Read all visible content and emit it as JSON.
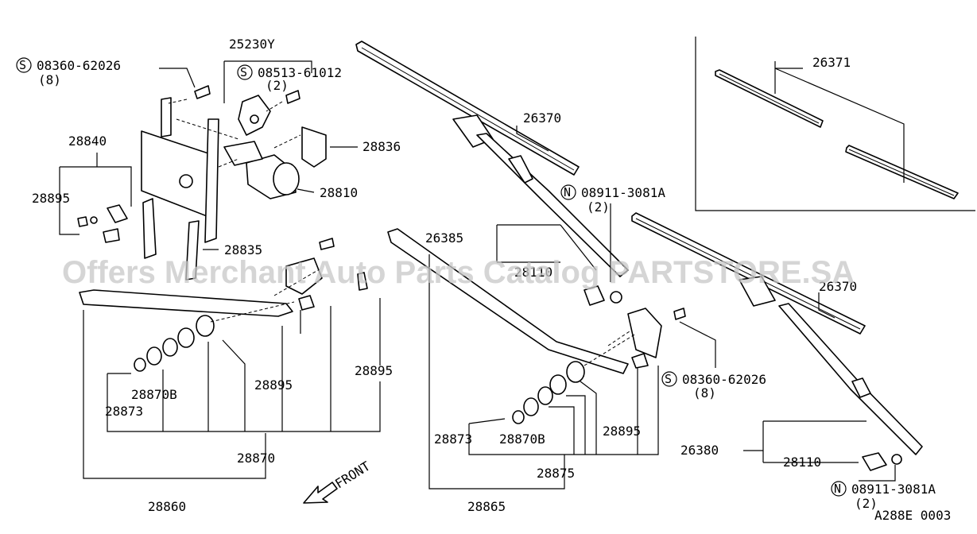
{
  "watermark": "Offers Merchant Auto Parts Catalog PARTSTORE.SA",
  "diagram_code": "A288E 0003",
  "front_label": "FRONT",
  "prefix_s": "S",
  "prefix_n": "N",
  "labels": {
    "p25230Y": "25230Y",
    "bolt_top_left": "08360-62026",
    "bolt_top_left_qty": "(8)",
    "bolt_motor": "08513-61012",
    "bolt_motor_qty": "(2)",
    "p28840": "28840",
    "p28895_left": "28895",
    "p28836": "28836",
    "p28810": "28810",
    "p28835": "28835",
    "p28895_mid": "28895",
    "p28895_right": "28895",
    "p28870B_left": "28870B",
    "p28873_left": "28873",
    "p28870": "28870",
    "p28860": "28860",
    "p26370_left": "26370",
    "nut_left": "08911-3081A",
    "nut_left_qty": "(2)",
    "p26385": "26385",
    "p28110_mid": "28110",
    "p26370_right": "26370",
    "bolt_right": "08360-62026",
    "bolt_right_qty": "(8)",
    "p28895_right2": "28895",
    "p28873_right": "28873",
    "p28870B_right": "28870B",
    "p28875": "28875",
    "p28865": "28865",
    "p26371": "26371",
    "p26380": "26380",
    "p28110_right": "28110",
    "nut_right": "08911-3081A",
    "nut_right_qty": "(2)"
  }
}
